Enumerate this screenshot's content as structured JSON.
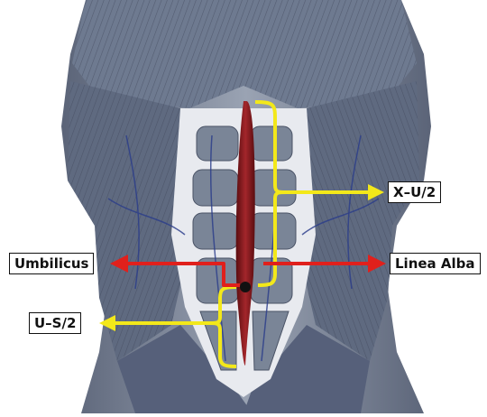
{
  "labels": {
    "xu2": "X–U/2",
    "umbilicus": "Umbilicus",
    "linea_alba": "Linea Alba",
    "us2": "U–S/2"
  },
  "colors": {
    "background": "#ffffff",
    "bracket_yellow": "#f3e81a",
    "arrow_red": "#e0201c",
    "linea_alba_muscle": "#7a1418",
    "muscle_blue_gray": "#6e7a90",
    "vein_blue": "#2a3c8a"
  }
}
